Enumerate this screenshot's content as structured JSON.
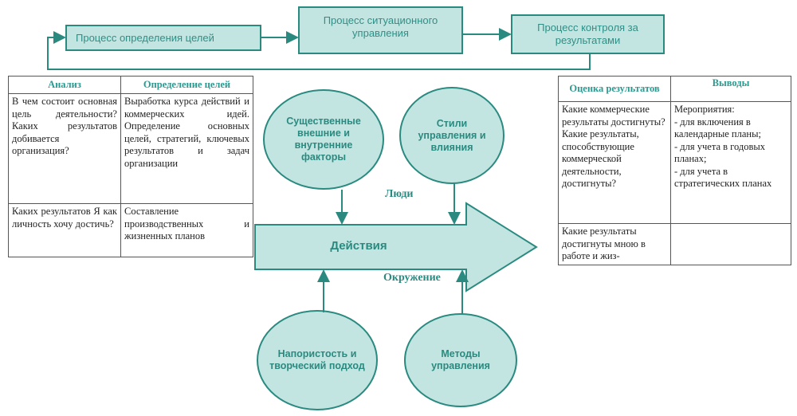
{
  "top_flow": {
    "goal": "Процесс определения целей",
    "situational": "Процесс ситуационного управления",
    "control": "Процесс контроля за результатами"
  },
  "left_table": {
    "headers": [
      "Анализ",
      "Определение целей"
    ],
    "rows": [
      [
        "В чем состоит основная цель деятельности? Каких результатов добивается организация?",
        "Выработка курса действий и коммерческих идей. Определение основных целей, стратегий, ключевых результатов и задач организации"
      ],
      [
        "Каких результатов Я как личность хочу достичь?",
        "Составление производственных и жизненных планов"
      ]
    ]
  },
  "right_table": {
    "headers": [
      "Оценка результатов",
      "Выводы"
    ],
    "rows": [
      [
        "Какие коммерческие результаты достигнуты? Какие результаты, способствующие коммерческой деятельности, достигнуты?",
        "Мероприятия:\n- для включения в календарные планы;\n- для учета в годовых планах;\n- для учета в стратегических планах"
      ],
      [
        "Какие результаты достигнуты мною в работе и жиз-",
        ""
      ]
    ]
  },
  "center": {
    "factors": "Существенные внешние и внутренние факторы",
    "styles": "Стили управления и влияния",
    "people": "Люди",
    "actions": "Действия",
    "environment": "Окружение",
    "persistence": "Напористость и творческий подход",
    "methods": "Методы управления"
  },
  "colors": {
    "fill": "#c2e5e1",
    "stroke": "#2a8a80",
    "text": "#2a8a80"
  }
}
